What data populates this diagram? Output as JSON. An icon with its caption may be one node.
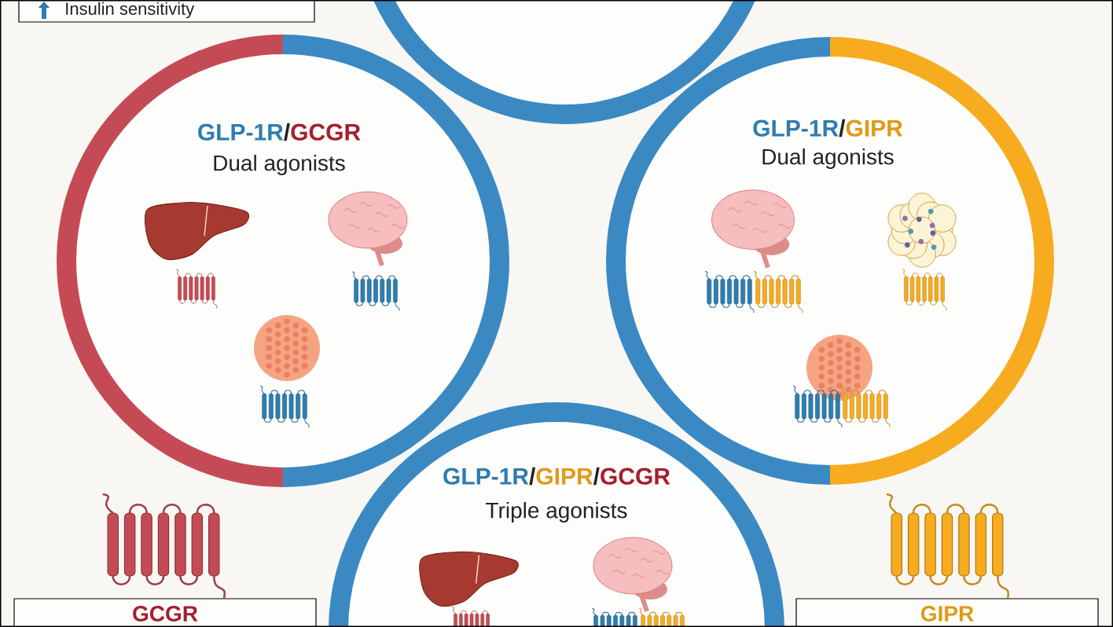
{
  "diagram": {
    "nodes": [
      {
        "text": [],
        "shape": "circle"
      },
      {
        "text": [
          "GLP-1R",
          "/",
          "GCGR",
          "Dual agonists"
        ]
      },
      {
        "text": [
          "GLP-1R",
          "/",
          "GIPR",
          "Dual agonists"
        ]
      },
      {
        "text": [
          "GLP-1R",
          "/",
          "GIPR",
          "/",
          "GCGR",
          "Triple agonists"
        ]
      },
      {
        "text": [
          "Insulin sensitivity"
        ]
      },
      {
        "text": [
          "GCGR"
        ]
      },
      {
        "text": [
          "GIPR"
        ]
      }
    ],
    "edges": []
  }
}
